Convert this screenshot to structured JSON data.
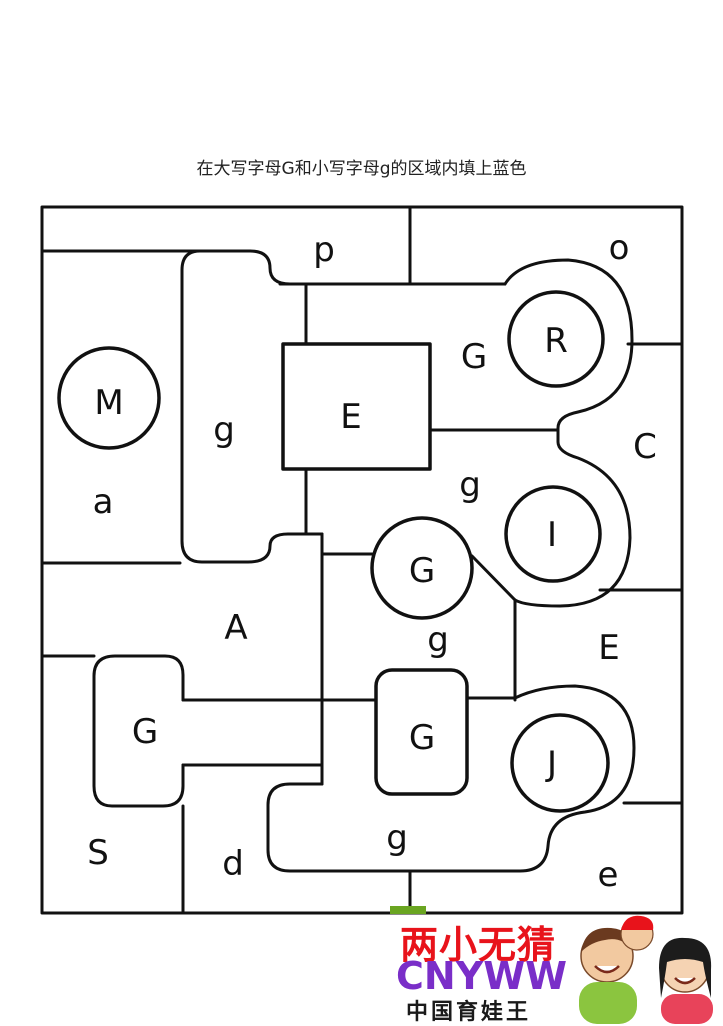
{
  "title": "在大写字母G和小写字母g的区域内填上蓝色",
  "labels": [
    {
      "text": "p",
      "key": "p"
    },
    {
      "text": "o",
      "key": "o"
    },
    {
      "text": "M",
      "key": "M"
    },
    {
      "text": "g",
      "key": "g1"
    },
    {
      "text": "E",
      "key": "E1"
    },
    {
      "text": "G",
      "key": "G1"
    },
    {
      "text": "R",
      "key": "R"
    },
    {
      "text": "C",
      "key": "C"
    },
    {
      "text": "a",
      "key": "a"
    },
    {
      "text": "g",
      "key": "g2"
    },
    {
      "text": "I",
      "key": "I"
    },
    {
      "text": "G",
      "key": "G2"
    },
    {
      "text": "A",
      "key": "A"
    },
    {
      "text": "g",
      "key": "g3"
    },
    {
      "text": "E",
      "key": "E2"
    },
    {
      "text": "G",
      "key": "G3"
    },
    {
      "text": "G",
      "key": "G4"
    },
    {
      "text": "J",
      "key": "J"
    },
    {
      "text": "S",
      "key": "S"
    },
    {
      "text": "d",
      "key": "d"
    },
    {
      "text": "g",
      "key": "g4"
    },
    {
      "text": "e",
      "key": "e"
    }
  ],
  "logo": {
    "name_cn": "两小无猜",
    "name_en": "CNYWW",
    "subtitle": "中国育娃王"
  },
  "colors": {
    "line": "#111111",
    "logo_red": "#e8131b",
    "logo_purple": "#7a2ec8",
    "logo_green": "#6aa521"
  }
}
